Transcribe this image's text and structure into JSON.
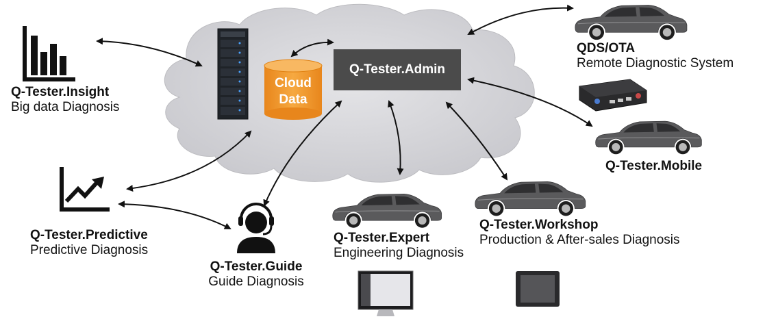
{
  "admin": {
    "label": "Q-Tester.Admin"
  },
  "cloud_data": {
    "line1": "Cloud",
    "line2": "Data"
  },
  "nodes": {
    "insight": {
      "title": "Q-Tester.Insight",
      "subtitle": "Big data Diagnosis"
    },
    "predictive": {
      "title": "Q-Tester.Predictive",
      "subtitle": "Predictive Diagnosis"
    },
    "guide": {
      "title": "Q-Tester.Guide",
      "subtitle": "Guide Diagnosis"
    },
    "expert": {
      "title": "Q-Tester.Expert",
      "subtitle": "Engineering Diagnosis"
    },
    "workshop": {
      "title": "Q-Tester.Workshop",
      "subtitle": "Production & After-sales Diagnosis"
    },
    "mobile": {
      "title": "Q-Tester.Mobile"
    },
    "qds": {
      "title": "QDS/OTA",
      "subtitle": "Remote Diagnostic System"
    }
  },
  "colors": {
    "cloud": "#d4d4d8",
    "cloud_edge": "#bcbcc0",
    "admin_box": "#4b4b4b",
    "database": "#f29a2e",
    "car_body": "#5a5a5c",
    "arrow": "#111111"
  },
  "icons": [
    "bar-chart-icon",
    "trend-chart-icon",
    "headset-operator-icon",
    "server-rack-icon",
    "database-icon",
    "car-icon",
    "monitor-icon",
    "tablet-icon",
    "telematics-device-icon"
  ]
}
